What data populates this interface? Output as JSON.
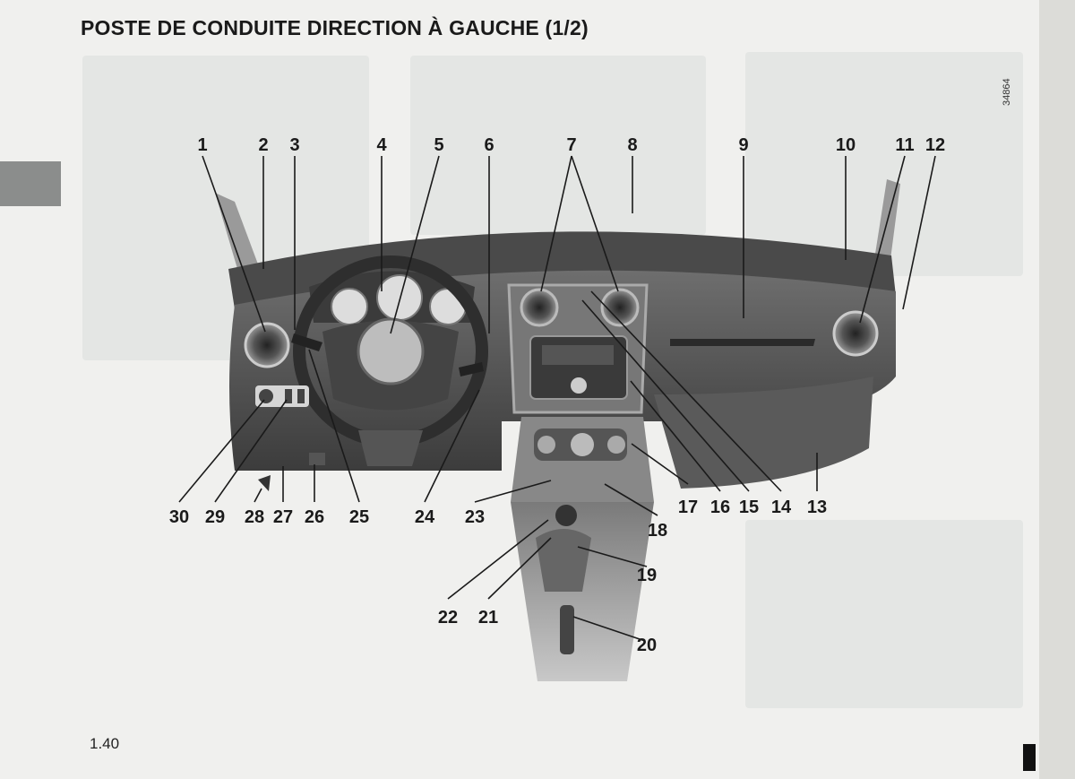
{
  "page": {
    "title": "POSTE DE CONDUITE DIRECTION À GAUCHE (1/2)",
    "ref": "34864",
    "page_number": "1.40"
  },
  "callouts_top": [
    "1",
    "2",
    "3",
    "4",
    "5",
    "6",
    "7",
    "8",
    "9",
    "10",
    "11",
    "12"
  ],
  "callouts_bottom": [
    "30",
    "29",
    "28",
    "27",
    "26",
    "25",
    "24",
    "23",
    "18",
    "17",
    "16",
    "15",
    "14",
    "13",
    "22",
    "21",
    "19",
    "20"
  ]
}
